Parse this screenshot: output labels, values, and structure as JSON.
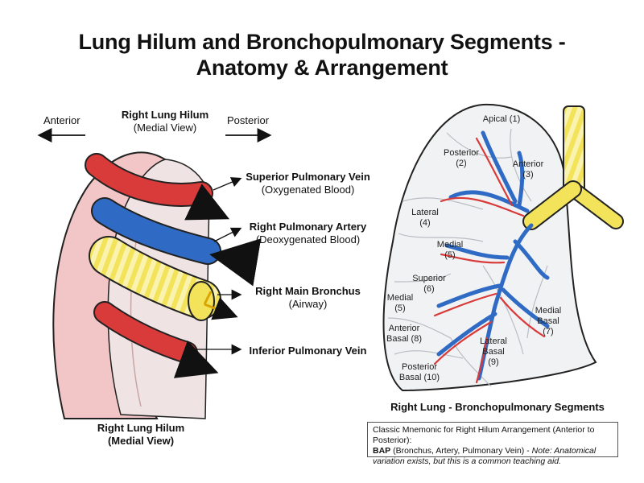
{
  "title": {
    "line1": "Lung Hilum and Bronchopulmonary Segments -",
    "line2": "Anatomy & Arrangement"
  },
  "hilum": {
    "anterior": "Anterior",
    "posterior": "Posterior",
    "top_title": "Right Lung Hilum",
    "top_subtitle": "(Medial View)",
    "bottom_title": "Right Lung Hilum",
    "bottom_subtitle": "(Medial View)",
    "structures": [
      {
        "name": "Superior Pulmonary Vein",
        "desc": "(Oxygenated Blood)"
      },
      {
        "name": "Right Pulmonary Artery",
        "desc": "(Deoxygenated Blood)"
      },
      {
        "name": "Right Main Bronchus",
        "desc": "(Airway)"
      },
      {
        "name": "Inferior Pulmonary Vein",
        "desc": ""
      }
    ]
  },
  "lung": {
    "caption": "Right Lung - Bronchopulmonary Segments",
    "segments": [
      {
        "line1": "Apical (1)",
        "line2": ""
      },
      {
        "line1": "Posterior",
        "line2": "(2)"
      },
      {
        "line1": "Anterior",
        "line2": "(3)"
      },
      {
        "line1": "Lateral",
        "line2": "(4)"
      },
      {
        "line1": "Medial",
        "line2": "(5)"
      },
      {
        "line1": "Superior",
        "line2": "(6)"
      },
      {
        "line1": "Medial",
        "line2": "(5)"
      },
      {
        "line1": "Anterior",
        "line2": "Basal (8)"
      },
      {
        "line1": "Lateral",
        "line2": "Basal",
        "line3": "(9)"
      },
      {
        "line1": "Medial",
        "line2": "Basal",
        "line3": "(7)"
      },
      {
        "line1": "Posterior",
        "line2": "Basal (10)"
      }
    ]
  },
  "mnemonic": {
    "heading": "Classic Mnemonic for Right Hilum Arrangement (Anterior to Posterior):",
    "acronym": "BAP",
    "expansion": " (Bronchus, Artery, Pulmonary Vein) - ",
    "note": "Note: Anatomical variation exists, but this is a common teaching aid."
  },
  "colors": {
    "vein": "#d93a3a",
    "artery": "#2f6bc4",
    "bronchus": "#f3e35a",
    "pleura": "#f2c6c6",
    "lung_fill": "#f1f2f3"
  }
}
